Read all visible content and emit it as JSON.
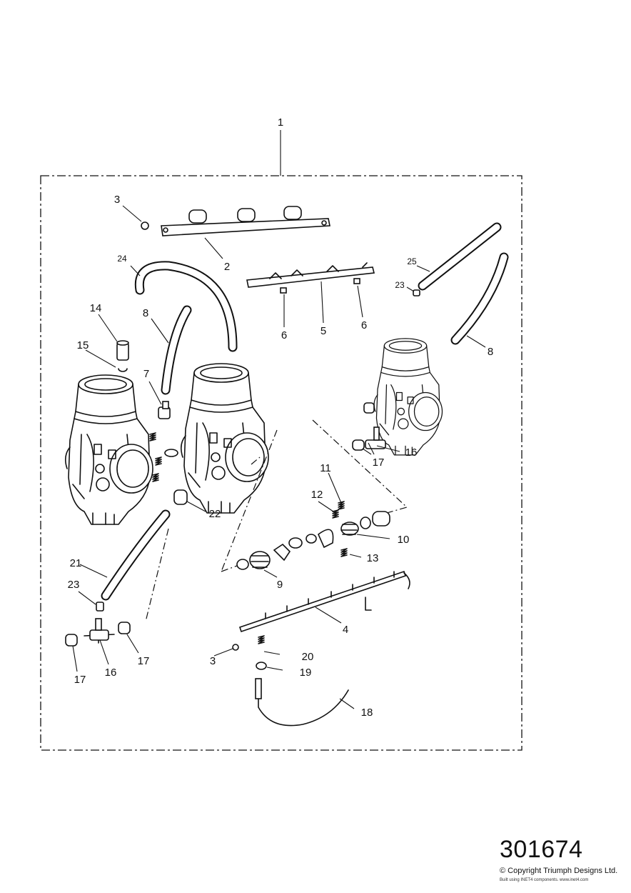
{
  "diagram": {
    "callouts": {
      "c1": "1",
      "c2": "2",
      "c3a": "3",
      "c3b": "3",
      "c4": "4",
      "c5": "5",
      "c6a": "6",
      "c6b": "6",
      "c7": "7",
      "c8a": "8",
      "c8b": "8",
      "c9": "9",
      "c10": "10",
      "c11": "11",
      "c12": "12",
      "c13": "13",
      "c14": "14",
      "c15": "15",
      "c16a": "16",
      "c16b": "16",
      "c17a": "17",
      "c17b": "17",
      "c17c": "17",
      "c18": "18",
      "c19": "19",
      "c20": "20",
      "c21": "21",
      "c22": "22",
      "c23a": "23",
      "c23b": "23",
      "c24": "24",
      "c25": "25"
    }
  },
  "footer": {
    "ref_number": "301674",
    "copyright": "© Copyright Triumph Designs Ltd.",
    "credit": "Built using INET4 components. www.inet4.com"
  }
}
